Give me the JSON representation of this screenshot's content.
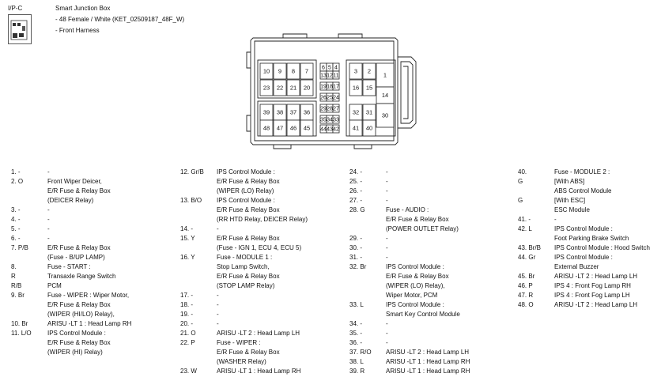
{
  "header": {
    "connector_code": "I/P-C",
    "title": "Smart Junction Box",
    "line2": "- 48  Female / White (KET_02509187_48F_W)",
    "line3": "- Front Harness"
  },
  "cavities": {
    "big": [
      "10",
      "9",
      "8",
      "7",
      "23",
      "22",
      "21",
      "20",
      "39",
      "38",
      "37",
      "36",
      "48",
      "47",
      "46",
      "45",
      "3",
      "2",
      "1",
      "16",
      "15",
      "14",
      "32",
      "31",
      "30",
      "41",
      "40"
    ],
    "small": [
      "6",
      "5",
      "4",
      "13",
      "12",
      "11",
      "19",
      "18",
      "17",
      "26",
      "25",
      "24",
      "29",
      "28",
      "27",
      "35",
      "34",
      "33",
      "44",
      "43",
      "42"
    ]
  },
  "columns": [
    [
      [
        "1. -",
        "-"
      ],
      [
        "2. O",
        "Front Wiper Deicer,"
      ],
      [
        "",
        "E/R Fuse & Relay Box"
      ],
      [
        "",
        "(DEICER Relay)"
      ],
      [
        "3. -",
        "-"
      ],
      [
        "4. -",
        "-"
      ],
      [
        "5. -",
        "-"
      ],
      [
        "6. -",
        "-"
      ],
      [
        "7. P/B",
        "E/R Fuse & Relay Box"
      ],
      [
        "",
        "(Fuse - B/UP LAMP)"
      ],
      [
        "8.",
        "Fuse - START :"
      ],
      [
        "R",
        "Transaxle Range Switch"
      ],
      [
        "R/B",
        "PCM"
      ],
      [
        "9. Br",
        "Fuse - WIPER : Wiper Motor,"
      ],
      [
        "",
        "E/R Fuse & Relay Box"
      ],
      [
        "",
        "(WIPER (HI/LO) Relay),"
      ],
      [
        "10. Br",
        "ARISU -LT 1 : Head Lamp RH"
      ],
      [
        "11. L/O",
        "IPS Control Module :"
      ],
      [
        "",
        "E/R Fuse & Relay Box"
      ],
      [
        "",
        "(WIPER (HI) Relay)"
      ]
    ],
    [
      [
        "12. Gr/B",
        "IPS Control Module :"
      ],
      [
        "",
        "E/R Fuse & Relay Box"
      ],
      [
        "",
        "(WIPER (LO) Relay)"
      ],
      [
        "13. B/O",
        "IPS Control Module :"
      ],
      [
        "",
        "E/R Fuse & Relay Box"
      ],
      [
        "",
        "(RR HTD Relay, DEICER Relay)"
      ],
      [
        "14. -",
        "-"
      ],
      [
        "15. Y",
        "E/R Fuse & Relay Box"
      ],
      [
        "",
        "(Fuse - IGN 1, ECU 4, ECU 5)"
      ],
      [
        "16. Y",
        "Fuse - MODULE 1 :"
      ],
      [
        "",
        "Stop Lamp Switch,"
      ],
      [
        "",
        "E/R Fuse & Relay Box"
      ],
      [
        "",
        "(STOP LAMP Relay)"
      ],
      [
        "17. -",
        "-"
      ],
      [
        "18. -",
        "-"
      ],
      [
        "19. -",
        "-"
      ],
      [
        "20. -",
        "-"
      ],
      [
        "21. O",
        "ARISU -LT 2 : Head Lamp LH"
      ],
      [
        "22. P",
        "Fuse - WIPER :"
      ],
      [
        "",
        "E/R Fuse & Relay Box"
      ],
      [
        "",
        "(WASHER Relay)"
      ],
      [
        "23. W",
        "ARISU -LT 1 : Head Lamp RH"
      ]
    ],
    [
      [
        "24. -",
        "-"
      ],
      [
        "25. -",
        "-"
      ],
      [
        "26. -",
        "-"
      ],
      [
        "27. -",
        "-"
      ],
      [
        "28. G",
        "Fuse - AUDIO :"
      ],
      [
        "",
        "E/R Fuse & Relay Box"
      ],
      [
        "",
        "(POWER OUTLET Relay)"
      ],
      [
        "29. -",
        "-"
      ],
      [
        "30. -",
        "-"
      ],
      [
        "31. -",
        "-"
      ],
      [
        "32. Br",
        "IPS Control Module :"
      ],
      [
        "",
        "E/R Fuse & Relay Box"
      ],
      [
        "",
        "(WIPER (LO) Relay),"
      ],
      [
        "",
        "Wiper Motor, PCM"
      ],
      [
        "33. L",
        "IPS Control Module :"
      ],
      [
        "",
        "Smart Key Control Module"
      ],
      [
        "34. -",
        "-"
      ],
      [
        "35. -",
        "-"
      ],
      [
        "36. -",
        "-"
      ],
      [
        "37. R/O",
        "ARISU -LT 2 : Head Lamp LH"
      ],
      [
        "38. L",
        "ARISU -LT 1 : Head Lamp RH"
      ],
      [
        "39. R",
        "ARISU -LT 1 : Head Lamp RH"
      ]
    ],
    [
      [
        "40.",
        "Fuse - MODULE 2 :"
      ],
      [
        "G",
        "[With ABS]"
      ],
      [
        "",
        "ABS Control Module"
      ],
      [
        "G",
        "[With ESC]"
      ],
      [
        "",
        "ESC Module"
      ],
      [
        "41. -",
        "-"
      ],
      [
        "42. L",
        "IPS Control Module :"
      ],
      [
        "",
        "Foot Parking Brake Switch"
      ],
      [
        "43. Br/B",
        "IPS Control Module : Hood Switch"
      ],
      [
        "44. Gr",
        "IPS Control Module :"
      ],
      [
        "",
        "External Buzzer"
      ],
      [
        "45. Br",
        "ARISU -LT 2 : Head Lamp LH"
      ],
      [
        "46. P",
        "IPS 4 : Front Fog Lamp RH"
      ],
      [
        "47. R",
        "IPS 4 : Front Fog Lamp LH"
      ],
      [
        "48. O",
        "ARISU -LT 2 : Head Lamp LH"
      ]
    ]
  ]
}
